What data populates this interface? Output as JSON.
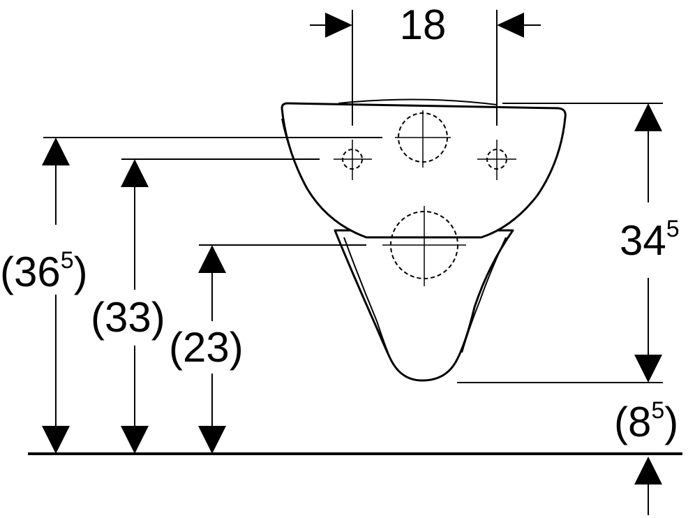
{
  "dimensions": {
    "top_spacing": {
      "value": "18"
    },
    "overall_height": {
      "main": "34",
      "sup": "5"
    },
    "bottom_gap": {
      "open": "(",
      "main": "8",
      "sup": "5",
      "close": ")"
    },
    "upper_hole_height": {
      "open": "(",
      "main": "36",
      "sup": "5",
      "close": ")"
    },
    "side_hole_height": {
      "value": "(33)"
    },
    "lower_hole_height": {
      "value": "(23)"
    }
  }
}
